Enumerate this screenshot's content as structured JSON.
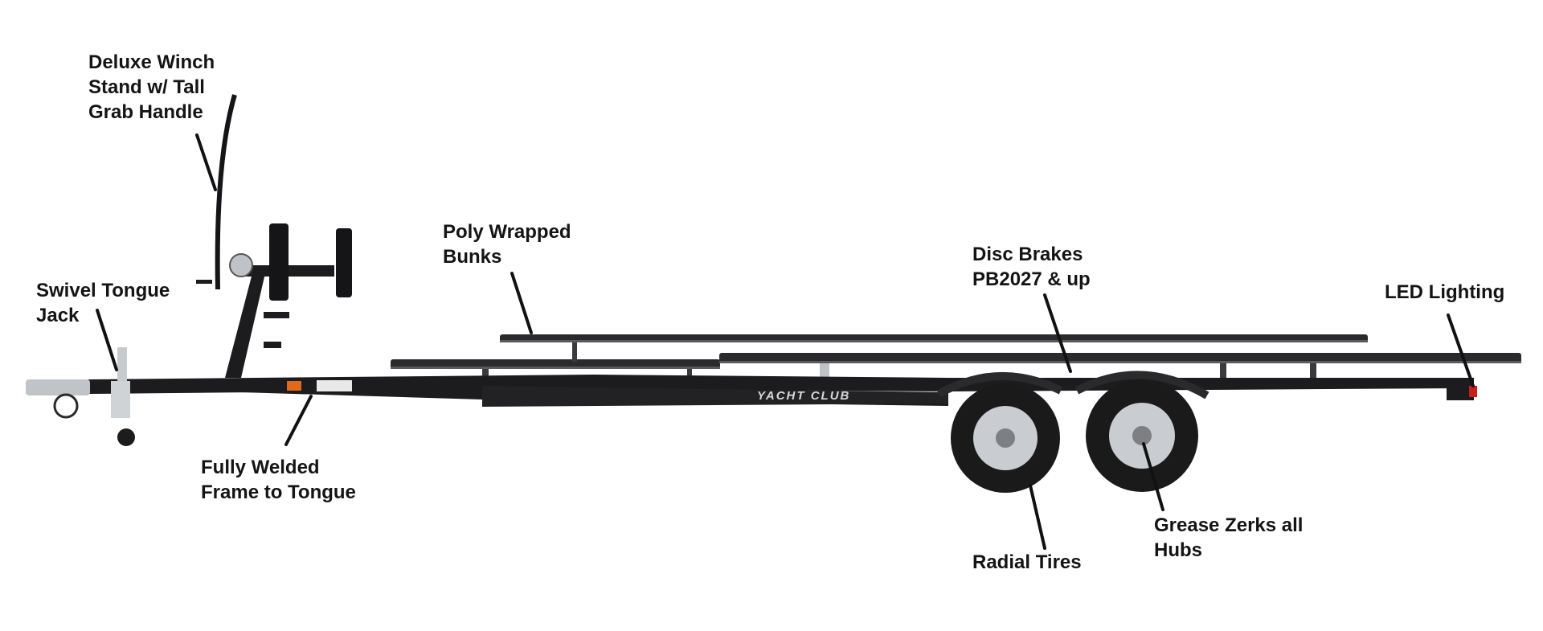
{
  "brand": {
    "logo_text": "YACHT CLUB"
  },
  "colors": {
    "frame": "#1c1c1e",
    "bunk": "#2a2a2c",
    "tire": "#1a1a1a",
    "rim": "#c9ccd0",
    "leader": "#111111",
    "reflector": "#e06a1a",
    "led": "#c81e1e"
  },
  "callouts": [
    {
      "id": "winch-stand",
      "lines": [
        "Deluxe Winch",
        "Stand w/ Tall",
        "Grab Handle"
      ]
    },
    {
      "id": "tongue-jack",
      "lines": [
        "Swivel Tongue",
        "Jack"
      ]
    },
    {
      "id": "welded-frame",
      "lines": [
        "Fully Welded",
        "Frame to Tongue"
      ]
    },
    {
      "id": "bunks",
      "lines": [
        "Poly Wrapped",
        "Bunks"
      ]
    },
    {
      "id": "disc-brakes",
      "lines": [
        "Disc Brakes",
        "PB2027 & up"
      ]
    },
    {
      "id": "led-lighting",
      "lines": [
        "LED Lighting"
      ]
    },
    {
      "id": "radial-tires",
      "lines": [
        "Radial Tires"
      ]
    },
    {
      "id": "grease-zerks",
      "lines": [
        "Grease Zerks all",
        "Hubs"
      ]
    }
  ]
}
